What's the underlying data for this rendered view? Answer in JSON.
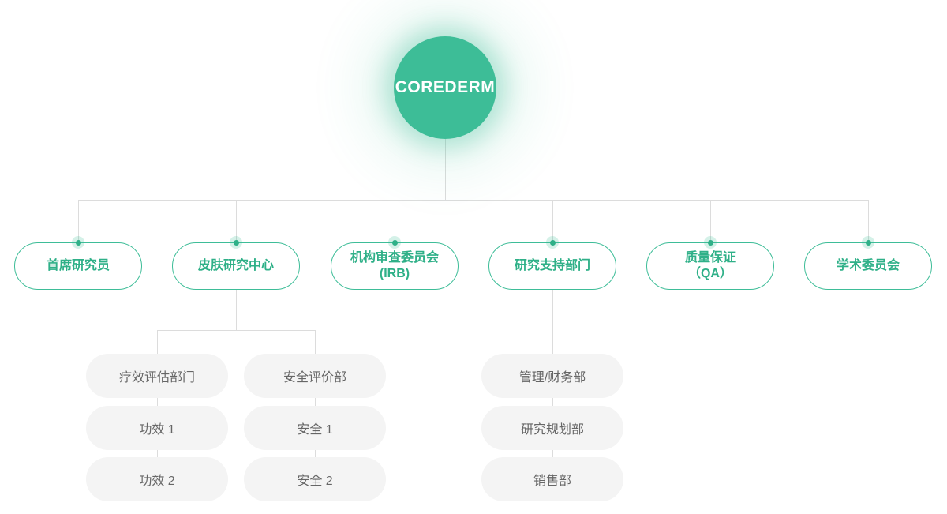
{
  "root": {
    "label": "COREDERM"
  },
  "colors": {
    "brand_green": "#3dbd97",
    "node_border_green": "#3ebd98",
    "node_text_green": "#2fb088",
    "connector_gray": "#dcdcdc",
    "leaf_bg": "#f4f4f4",
    "leaf_text": "#666666"
  },
  "level2": {
    "chief": {
      "label": "首席研究员"
    },
    "skin": {
      "label": "皮肤研究中心"
    },
    "irb": {
      "line1": "机构审查委员会",
      "line2": "(IRB)"
    },
    "support": {
      "label": "研究支持部门"
    },
    "qa": {
      "line1": "质量保证",
      "line2": "（QA）"
    },
    "academic": {
      "label": "学术委员会"
    }
  },
  "level3_columns": [
    {
      "name": "efficacy",
      "items": [
        "疗效评估部门",
        "功效 1",
        "功效 2"
      ]
    },
    {
      "name": "safety",
      "items": [
        "安全评价部",
        "安全 1",
        "安全 2"
      ]
    },
    {
      "name": "support",
      "items": [
        "管理/财务部",
        "研究规划部",
        "销售部"
      ]
    }
  ]
}
